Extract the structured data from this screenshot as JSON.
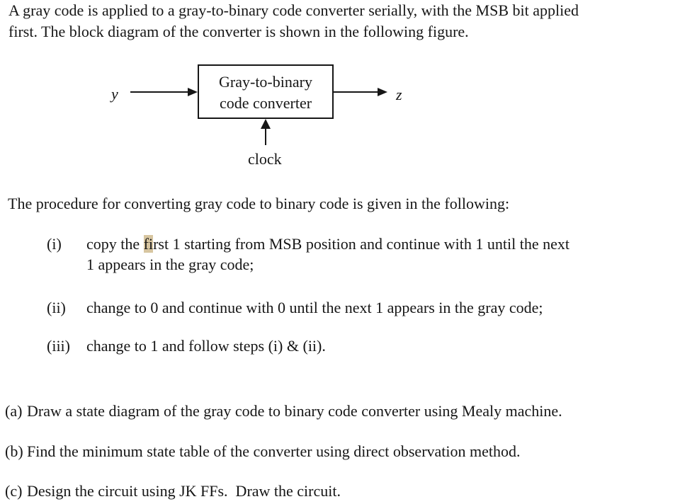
{
  "page": {
    "background": "#ffffff",
    "text_color": "#161616"
  },
  "intro": {
    "lines": [
      "A gray code is applied to a gray-to-binary code converter serially, with the MSB bit applied",
      "first. The block diagram of the converter is shown in the following figure."
    ]
  },
  "diagram": {
    "input_label": "y",
    "output_label": "z",
    "box_lines": [
      "Gray-to-binary",
      "code converter"
    ],
    "clock_label": "clock"
  },
  "procedure": {
    "intro": "The procedure for converting gray code to binary code is given in the following:",
    "highlight_color": "#d7c5a0",
    "items": [
      {
        "marker": "(i)",
        "line1_pre": "copy the ",
        "line1_highlight": "fi",
        "line1_post": "rst 1 starting from MSB position and continue with 1 until the next",
        "line2": "1 appears in the gray code;"
      },
      {
        "marker": "(ii)",
        "text": "change to 0 and continue with 0 until the next 1 appears in the gray code;"
      },
      {
        "marker": "(iii)",
        "text": "change to 1 and follow steps (i) & (ii)."
      }
    ]
  },
  "questions": [
    {
      "marker": "(a)",
      "text": "Draw a state diagram of the gray code to binary code converter using Mealy machine."
    },
    {
      "marker": "(b)",
      "text": "Find the minimum state table of the converter using direct observation method."
    },
    {
      "marker": "(c)",
      "text": "Design the circuit using JK FFs.  Draw the circuit."
    }
  ]
}
